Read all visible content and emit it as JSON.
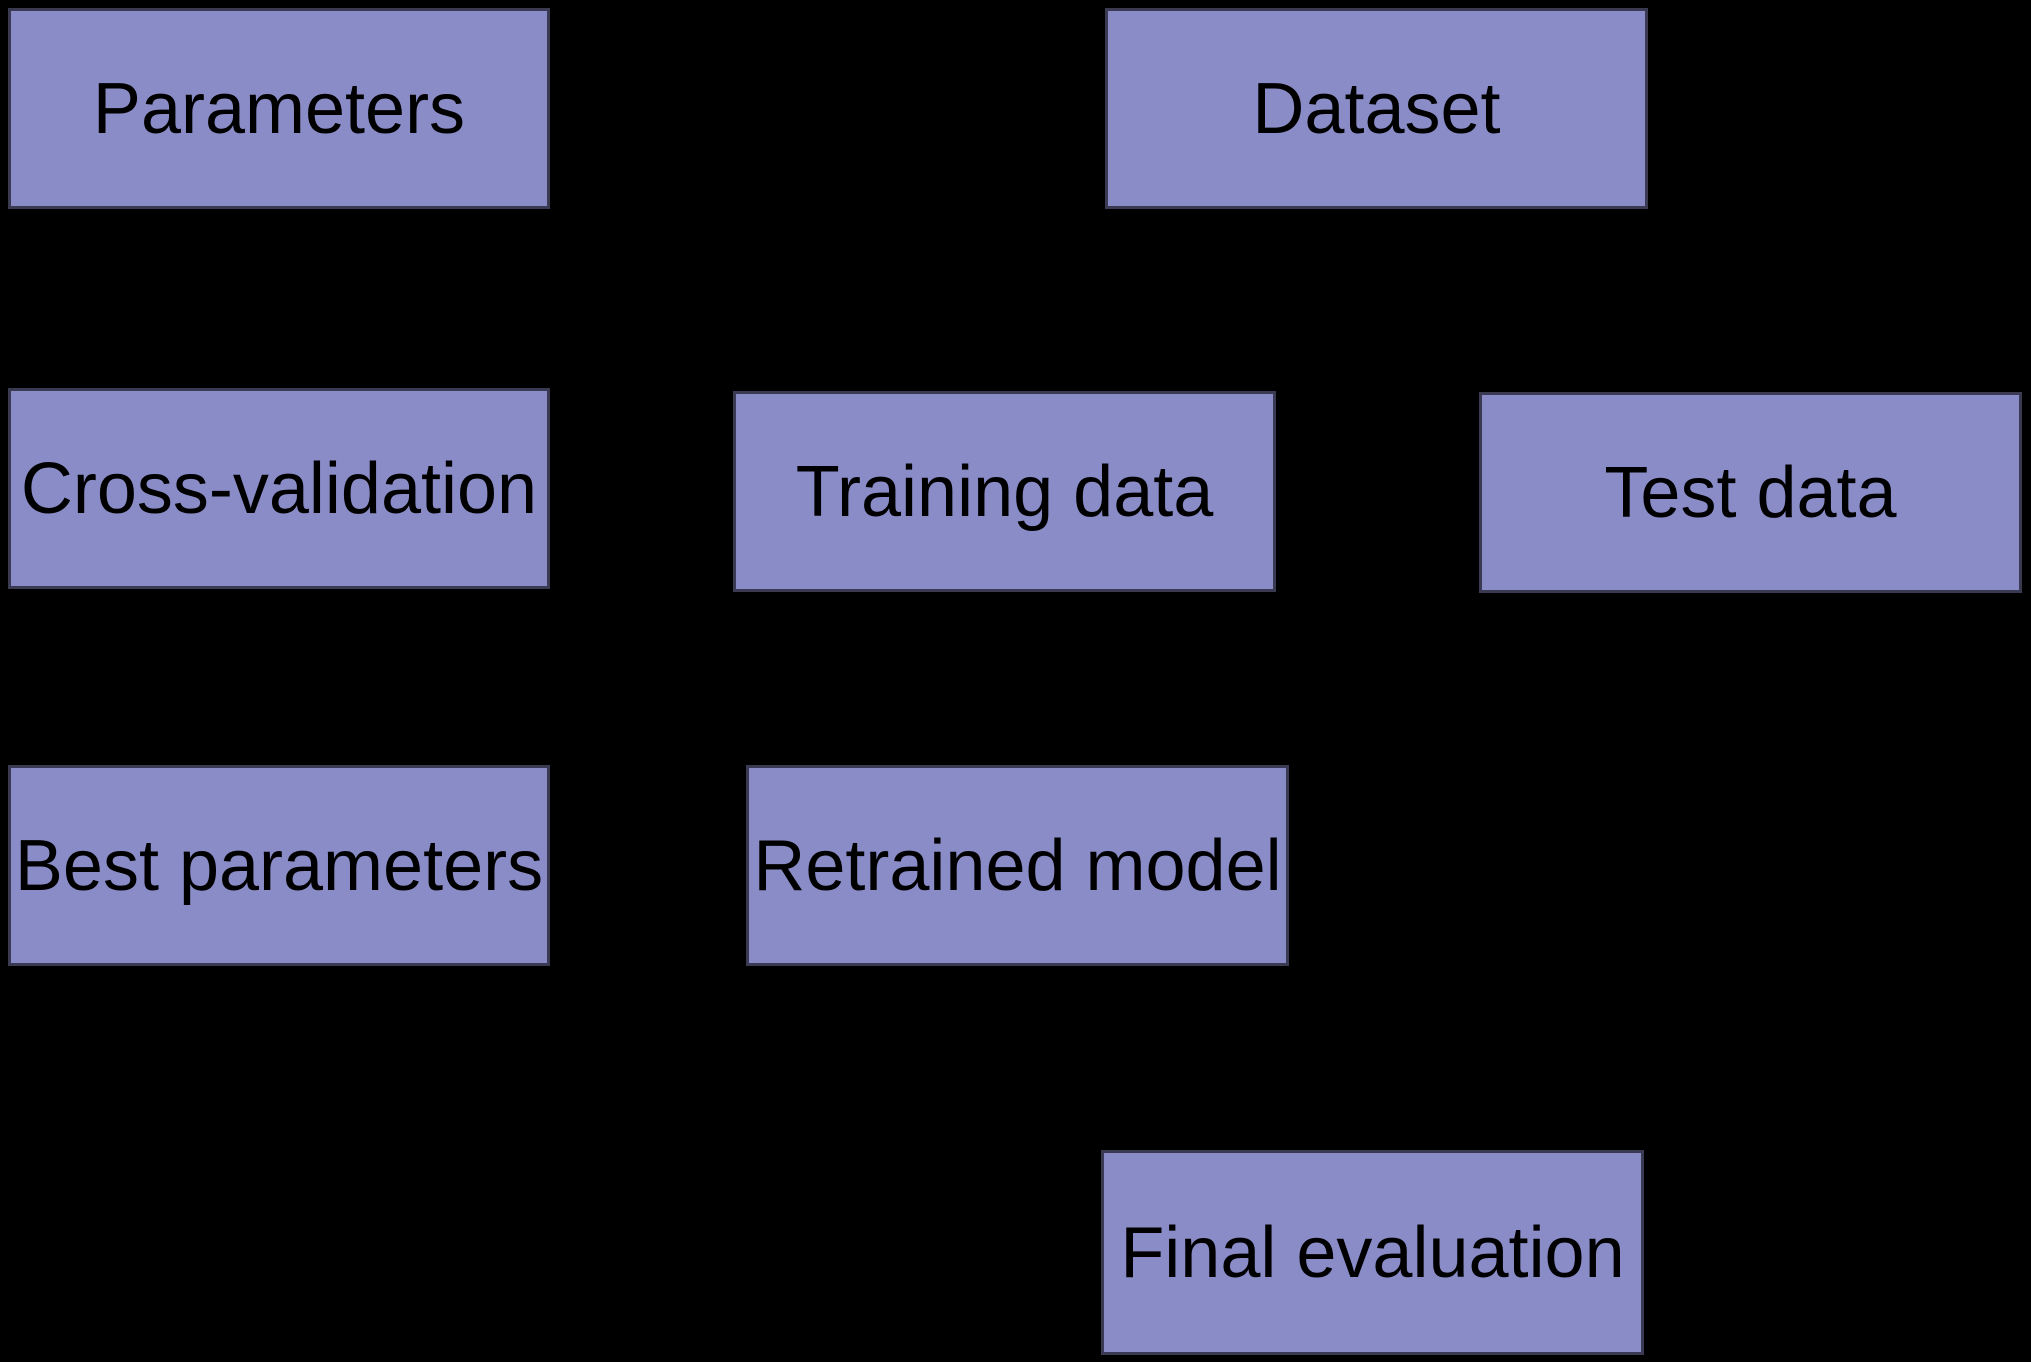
{
  "diagram": {
    "description": "Model selection workflow flowchart on black background",
    "colors": {
      "background": "#000000",
      "node_fill": "#8a8cc8",
      "node_border": "#3a3a52",
      "node_text": "#000000"
    },
    "nodes": {
      "parameters": {
        "label": "Parameters"
      },
      "dataset": {
        "label": "Dataset"
      },
      "cross_validation": {
        "label": "Cross-validation"
      },
      "training_data": {
        "label": "Training data"
      },
      "test_data": {
        "label": "Test data"
      },
      "best_parameters": {
        "label": "Best parameters"
      },
      "retrained_model": {
        "label": "Retrained model"
      },
      "final_evaluation": {
        "label": "Final evaluation"
      }
    }
  }
}
